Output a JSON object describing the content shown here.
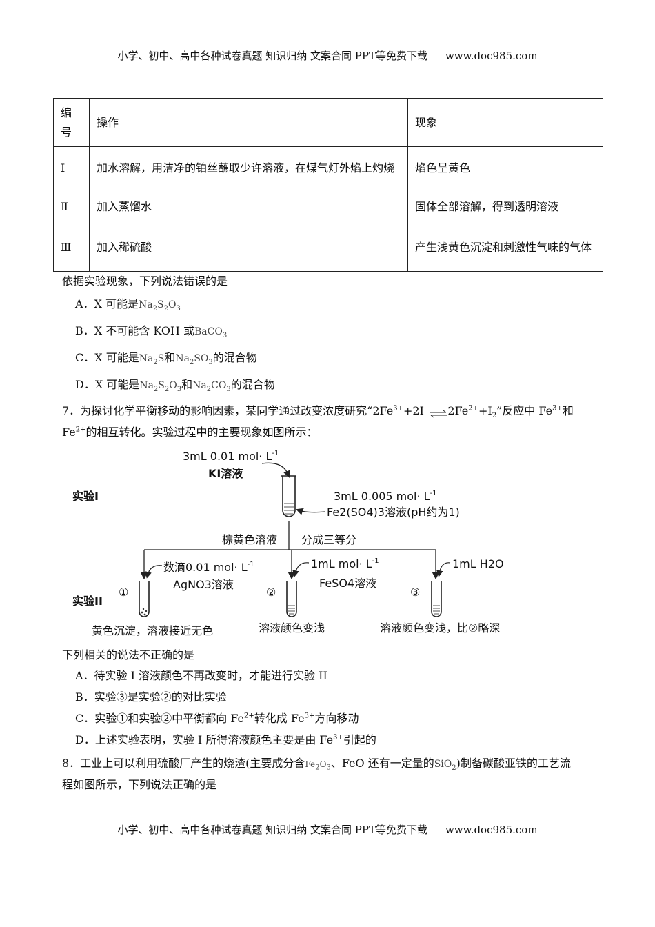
{
  "header": {
    "text": "小学、初中、高中各种试卷真题  知识归纳  文案合同  PPT等免费下载",
    "url": "www.doc985.com"
  },
  "footer": {
    "text": "小学、初中、高中各种试卷真题  知识归纳  文案合同  PPT等免费下载",
    "url": "www.doc985.com"
  },
  "table": {
    "headers": [
      "编号",
      "操作",
      "现象"
    ],
    "rows": [
      {
        "id": "I",
        "op": "加水溶解，用洁净的铂丝蘸取少许溶液，在煤气灯外焰上灼烧",
        "obs": "焰色呈黄色"
      },
      {
        "id": "Ⅱ",
        "op": "加入蒸馏水",
        "obs": "固体全部溶解，得到透明溶液"
      },
      {
        "id": "Ⅲ",
        "op": "加入稀硫酸",
        "obs": "产生浅黄色沉淀和刺激性气味的气体"
      }
    ]
  },
  "q6": {
    "stem": "依据实验现象，下列说法错误的是",
    "A": {
      "label": "A．X 可能是",
      "chem": "Na2S2O3"
    },
    "B": {
      "label": "B．X 不可能含 KOH 或",
      "chem": "BaCO3"
    },
    "C": {
      "label": "C．X 可能是",
      "chem1": "Na2S",
      "mid": "和",
      "chem2": "Na2SO3",
      "tail": "的混合物"
    },
    "D": {
      "label": "D．X 可能是",
      "chem1": "Na2S2O3",
      "mid": "和",
      "chem2": "Na2CO3",
      "tail": "的混合物"
    }
  },
  "q7": {
    "line1_a": "7．为探讨化学平衡移动的影响因素，某同学通过改变浓度研究“2Fe",
    "line1_b": "+2I",
    "line1_c": "2Fe",
    "line1_d": "+I",
    "line1_e": "”反应中 Fe",
    "line1_f": "和",
    "line2": "的相互转化。实验过程中的主要现象如图所示：",
    "diagram": {
      "ki_conc": "3mL 0.01 mol· L",
      "ki_name": "KI溶液",
      "exp1": "实验I",
      "fe_conc": "3mL 0.005 mol· L",
      "fe_name": "Fe2(SO4)3溶液(pH约为1)",
      "brown": "棕黄色溶液",
      "split": "分成三等分",
      "ag_conc": "数滴0.01 mol· L",
      "ag_name": "AgNO3溶液",
      "feso4_conc": "1mL mol· L",
      "feso4_name": "FeSO4溶液",
      "water": "1mL H2O",
      "exp2": "实验II",
      "n1": "①",
      "n2": "②",
      "n3": "③",
      "r1": "黄色沉淀，溶液接近无色",
      "r2": "溶液颜色变浅",
      "r3": "溶液颜色变浅，比②略深"
    },
    "stem": "下列相关的说法不正确的是",
    "A": "A．待实验 I 溶液颜色不再改变时，才能进行实验 II",
    "B": "B．实验③是实验②的对比实验",
    "C_a": "C．实验①和实验②中平衡都向 Fe",
    "C_b": "转化成 Fe",
    "C_c": "方向移动",
    "D_a": "D．上述实验表明，实验 I 所得溶液颜色主要是由 Fe",
    "D_b": "引起的"
  },
  "q8": {
    "line1_a": "8．工业上可以利用硫酸厂产生的烧渣(主要成分含",
    "chem1": "Fe2O3",
    "line1_b": "、FeO 还有一定量的",
    "chem2": "SiO2",
    "line1_c": ")制备碳酸亚铁的工艺流",
    "line2": "程如图所示，下列说法正确的是"
  }
}
